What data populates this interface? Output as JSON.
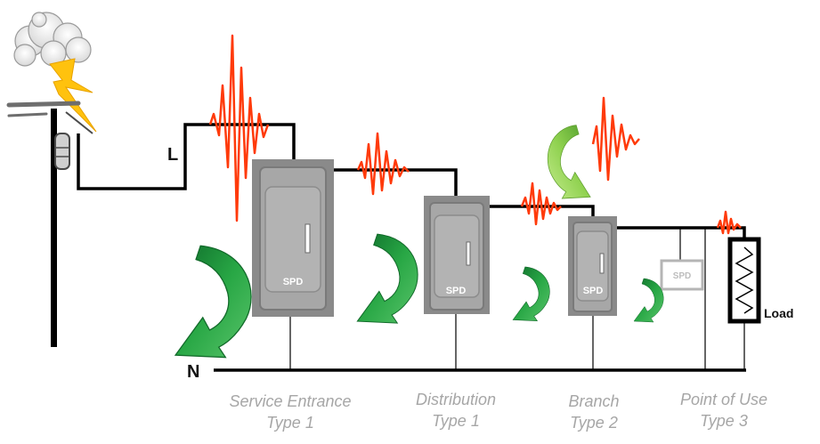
{
  "colors": {
    "wire": "#000000",
    "surge": "#ff3a0a",
    "bolt": "#ffc20e",
    "panel_fill": "#a3a3a3",
    "panel_border": "#7a7a7a",
    "arrow_dark": "#1f8c3c",
    "arrow_light": "#7cc442",
    "caption": "#a6a6a6"
  },
  "lines": {
    "line_label": "L",
    "neutral_label": "N"
  },
  "panels": [
    {
      "spd_label": "SPD"
    },
    {
      "spd_label": "SPD"
    },
    {
      "spd_label": "SPD"
    }
  ],
  "point_of_use": {
    "spd_label": "SPD"
  },
  "load": {
    "label": "Load"
  },
  "stages": [
    {
      "name": "Service Entrance",
      "type": "Type 1"
    },
    {
      "name": "Distribution",
      "type": "Type 1"
    },
    {
      "name": "Branch",
      "type": "Type 2"
    },
    {
      "name": "Point of Use",
      "type": "Type 3"
    }
  ],
  "icons": [
    "cloud-icon",
    "lightning-bolt-icon",
    "utility-pole-icon",
    "surge-wave-icon",
    "diversion-arrow-icon",
    "resistor-icon"
  ]
}
